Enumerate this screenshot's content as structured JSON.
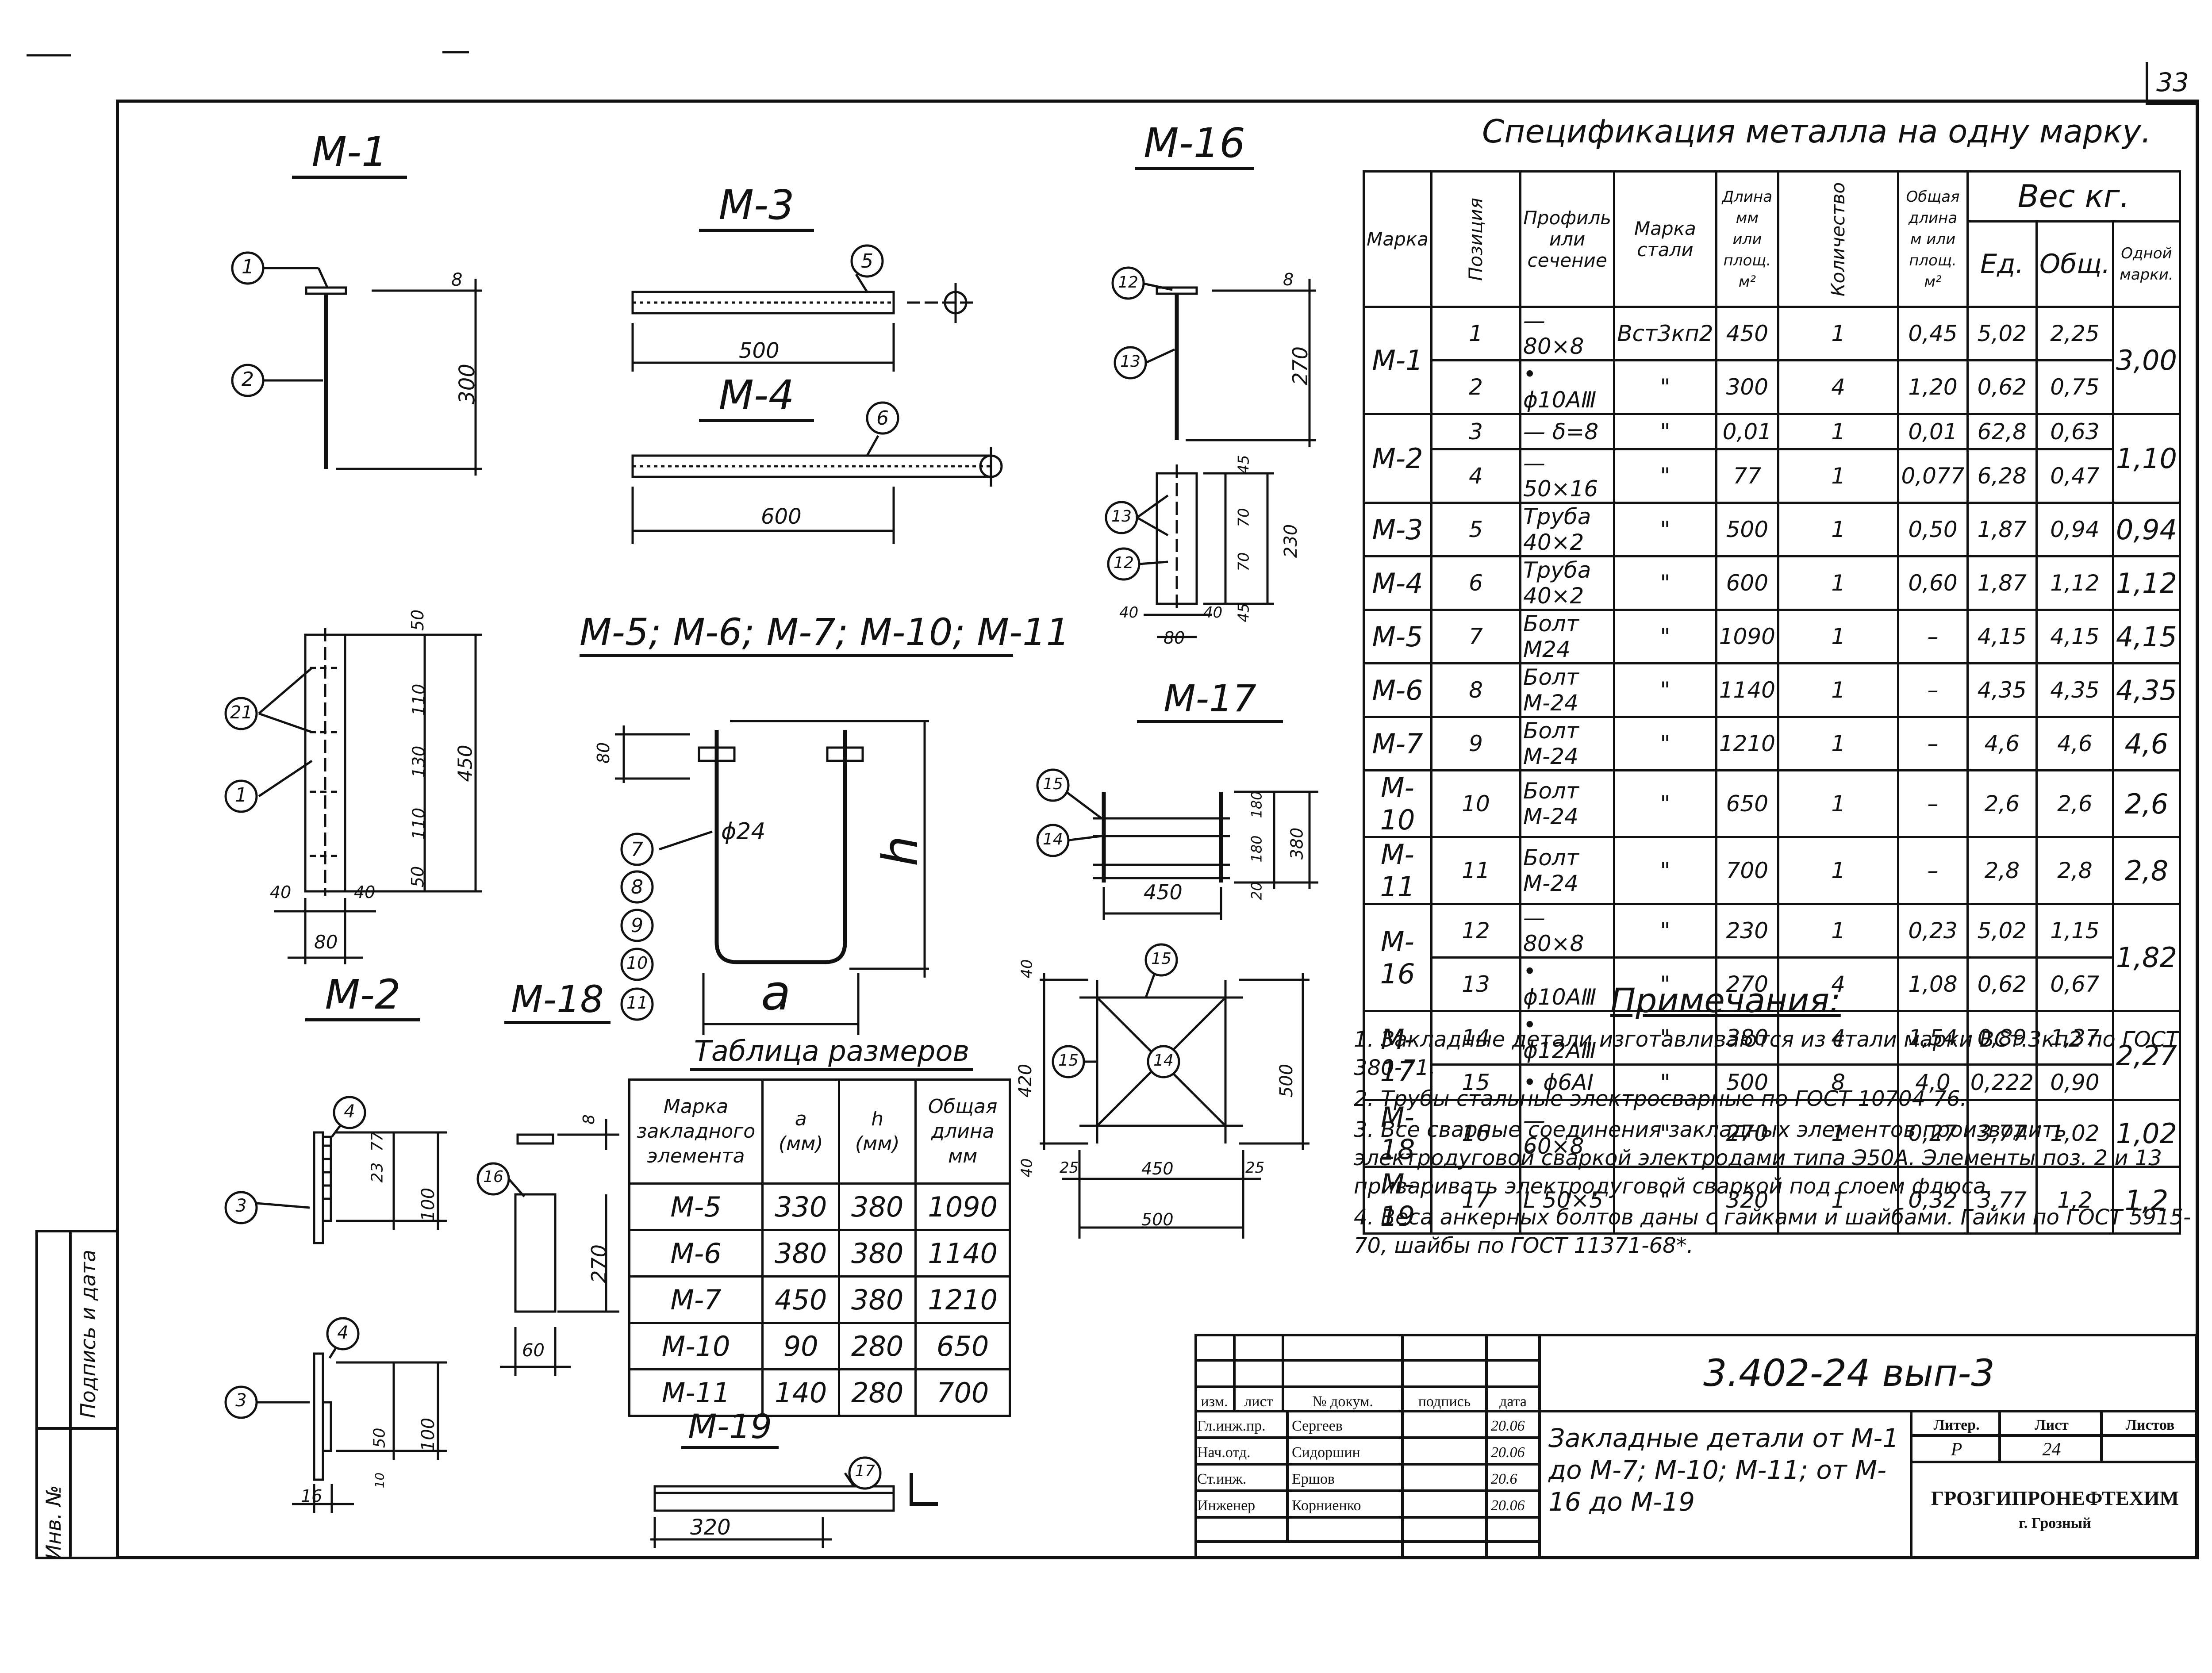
{
  "page_number": "33",
  "drawings": {
    "m1": {
      "title": "M-1",
      "pos_top": "1",
      "pos_rod": "2",
      "dim_thick": "8",
      "dim_len": "300"
    },
    "m2": {
      "title": "M-2",
      "pos_a": "21",
      "pos_b": "1",
      "dims_v": [
        "50",
        "110",
        "130",
        "110",
        "50"
      ],
      "dim_total": "450",
      "dims_h": [
        "40",
        "40"
      ],
      "dim_w": "80"
    },
    "m3": {
      "title": "M-3",
      "pos": "5",
      "dim": "500"
    },
    "m4": {
      "title": "M-4",
      "pos": "6",
      "dim": "600"
    },
    "m5": {
      "title": "M-5; M-6; M-7; M-10; M-11",
      "pos": [
        "7",
        "8",
        "9",
        "10",
        "11"
      ],
      "dia": "ϕ24",
      "dim_top": "80",
      "dim_h": "h",
      "dim_a": "a"
    },
    "m16": {
      "title": "M-16",
      "pos_top": "12",
      "pos_rod": "13",
      "dim_thick": "8",
      "dim_len": "270",
      "pos_c": "13",
      "pos_d": "12",
      "dims_v": [
        "45",
        "70",
        "70",
        "45"
      ],
      "dim_total": "230",
      "dims_h": [
        "40",
        "40"
      ],
      "dim_w": "80"
    },
    "m17": {
      "title": "M-17",
      "pos_a": "15",
      "pos_b": "14",
      "dims_v": [
        "180",
        "180",
        "20"
      ],
      "dim_total": "380",
      "dim_w": "450"
    },
    "m18": {
      "title": "M-18",
      "pos_a": "4",
      "pos_b": "3",
      "dims": [
        "23",
        "77"
      ],
      "dim_total": "100",
      "pos_c": "4",
      "pos_d": "3",
      "dim_c": "50",
      "dim_total2": "100",
      "dim_b": "16",
      "dim_s": "10",
      "pos_e": "16",
      "dim_e": "8",
      "dim_f": "270",
      "dim_g": "60"
    },
    "m19": {
      "title": "M-19",
      "pos": "17",
      "dim": "320"
    },
    "m18b": {
      "pos_a": "15",
      "pos_b": "15",
      "pos_c": "14",
      "dims_v": [
        "40",
        "420",
        "40"
      ],
      "dim_total": "500",
      "dims_h": [
        "25",
        "450",
        "25"
      ],
      "dim_w": "500"
    }
  },
  "spec": {
    "title": "Спецификация металла на одну марку.",
    "headers": {
      "mark": "Марка",
      "position": "Позиция",
      "profile": "Профиль или сечение",
      "steel": "Марка стали",
      "length": "Длина мм или площ. м²",
      "qty": "Количество",
      "total_len": "Общая длина м или площ. м²",
      "weight": "Вес кг.",
      "w_unit": "Ед.",
      "w_total": "Общ.",
      "w_mark": "Одной марки."
    },
    "rows": [
      {
        "mark": "M-1",
        "span": 2,
        "pos": "1",
        "profile": "— 80×8",
        "steel": "Вст3кп2",
        "len": "450",
        "qty": "1",
        "tlen": "0,45",
        "unit": "5,02",
        "total": "2,25",
        "markw": "3,00"
      },
      {
        "pos": "2",
        "profile": "• ϕ10АⅢ",
        "steel": "\"",
        "len": "300",
        "qty": "4",
        "tlen": "1,20",
        "unit": "0,62",
        "total": "0,75"
      },
      {
        "mark": "M-2",
        "span": 2,
        "pos": "3",
        "profile": "— δ=8",
        "steel": "\"",
        "len": "0,01",
        "qty": "1",
        "tlen": "0,01",
        "unit": "62,8",
        "total": "0,63",
        "markw": "1,10"
      },
      {
        "pos": "4",
        "profile": "— 50×16",
        "steel": "\"",
        "len": "77",
        "qty": "1",
        "tlen": "0,077",
        "unit": "6,28",
        "total": "0,47"
      },
      {
        "mark": "M-3",
        "span": 1,
        "pos": "5",
        "profile": "Труба 40×2",
        "steel": "\"",
        "len": "500",
        "qty": "1",
        "tlen": "0,50",
        "unit": "1,87",
        "total": "0,94",
        "markw": "0,94"
      },
      {
        "mark": "M-4",
        "span": 1,
        "pos": "6",
        "profile": "Труба 40×2",
        "steel": "\"",
        "len": "600",
        "qty": "1",
        "tlen": "0,60",
        "unit": "1,87",
        "total": "1,12",
        "markw": "1,12"
      },
      {
        "mark": "M-5",
        "span": 1,
        "pos": "7",
        "profile": "Болт М24",
        "steel": "\"",
        "len": "1090",
        "qty": "1",
        "tlen": "–",
        "unit": "4,15",
        "total": "4,15",
        "markw": "4,15"
      },
      {
        "mark": "M-6",
        "span": 1,
        "pos": "8",
        "profile": "Болт М-24",
        "steel": "\"",
        "len": "1140",
        "qty": "1",
        "tlen": "–",
        "unit": "4,35",
        "total": "4,35",
        "markw": "4,35"
      },
      {
        "mark": "M-7",
        "span": 1,
        "pos": "9",
        "profile": "Болт М-24",
        "steel": "\"",
        "len": "1210",
        "qty": "1",
        "tlen": "–",
        "unit": "4,6",
        "total": "4,6",
        "markw": "4,6"
      },
      {
        "mark": "M-10",
        "span": 1,
        "pos": "10",
        "profile": "Болт М-24",
        "steel": "\"",
        "len": "650",
        "qty": "1",
        "tlen": "–",
        "unit": "2,6",
        "total": "2,6",
        "markw": "2,6"
      },
      {
        "mark": "M-11",
        "span": 1,
        "pos": "11",
        "profile": "Болт М-24",
        "steel": "\"",
        "len": "700",
        "qty": "1",
        "tlen": "–",
        "unit": "2,8",
        "total": "2,8",
        "markw": "2,8"
      },
      {
        "mark": "M-16",
        "span": 2,
        "pos": "12",
        "profile": "— 80×8",
        "steel": "\"",
        "len": "230",
        "qty": "1",
        "tlen": "0,23",
        "unit": "5,02",
        "total": "1,15",
        "markw": "1,82"
      },
      {
        "pos": "13",
        "profile": "• ϕ10АⅢ",
        "steel": "\"",
        "len": "270",
        "qty": "4",
        "tlen": "1,08",
        "unit": "0,62",
        "total": "0,67"
      },
      {
        "mark": "M-17",
        "span": 2,
        "pos": "14",
        "profile": "• ϕ12АⅢ",
        "steel": "\"",
        "len": "380",
        "qty": "4",
        "tlen": "1,54",
        "unit": "0,89",
        "total": "1,37",
        "markw": "2,27"
      },
      {
        "pos": "15",
        "profile": "• ϕ6АⅠ",
        "steel": "\"",
        "len": "500",
        "qty": "8",
        "tlen": "4,0",
        "unit": "0,222",
        "total": "0,90"
      },
      {
        "mark": "M-18",
        "span": 1,
        "pos": "16",
        "profile": "— 60×8",
        "steel": "\"",
        "len": "270",
        "qty": "1",
        "tlen": "0,27",
        "unit": "3,77",
        "total": "1,02",
        "markw": "1,02"
      },
      {
        "mark": "M-19",
        "span": 1,
        "pos": "17",
        "profile": "L 50×5",
        "steel": "\"",
        "len": "320",
        "qty": "1",
        "tlen": "0,32",
        "unit": "3,77",
        "total": "1,2",
        "markw": "1,2"
      }
    ]
  },
  "notes": {
    "title": "Примечания:",
    "items": [
      "1. Закладные детали изготавливаются из стали марки ВСт.3кп2 по ГОСТ 380-71.",
      "2. Трубы стальные электросварные по ГОСТ 10704-76.",
      "3. Все сварные соединения закладных элементов производить электродуговой сваркой электродами типа Э50А. Элементы поз. 2 и 13 приваривать электродуговой сваркой под слоем флюса.",
      "4. Веса анкерных болтов даны с гайками и шайбами. Гайки по ГОСТ 5915-70, шайбы по ГОСТ 11371-68*."
    ]
  },
  "dims_table": {
    "title": "Таблица размеров",
    "headers": [
      "Марка закладного элемента",
      "a (мм)",
      "h (мм)",
      "Общая длина мм"
    ],
    "rows": [
      [
        "M-5",
        "330",
        "380",
        "1090"
      ],
      [
        "M-6",
        "380",
        "380",
        "1140"
      ],
      [
        "M-7",
        "450",
        "380",
        "1210"
      ],
      [
        "M-10",
        "90",
        "280",
        "650"
      ],
      [
        "M-11",
        "140",
        "280",
        "700"
      ]
    ]
  },
  "stamp": {
    "code": "3.402-24 вып-3",
    "title": "Закладные детали от M-1 до M-7; M-10; M-11; от M-16 до M-19",
    "col_headers": [
      "изм.",
      "лист",
      "№ докум.",
      "подпись",
      "дата"
    ],
    "people": [
      {
        "role": "Гл.инж.пр.",
        "name": "Сергеев",
        "date": "20.06"
      },
      {
        "role": "Нач.отд.",
        "name": "Сидоршин",
        "date": "20.06"
      },
      {
        "role": "Ст.инж.",
        "name": "Ершов",
        "date": "20.6"
      },
      {
        "role": "Инженер",
        "name": "Корниенко",
        "date": "20.06"
      }
    ],
    "litera_label": "Литер.",
    "list_label": "Лист",
    "lists_label": "Листов",
    "litera": "Р",
    "list": "24",
    "org": "ГРОЗГИПРОНЕФТЕХИМ",
    "city": "г. Грозный"
  },
  "side_stamp": {
    "inv": "Инв. №",
    "sign": "Подпись и дата"
  }
}
